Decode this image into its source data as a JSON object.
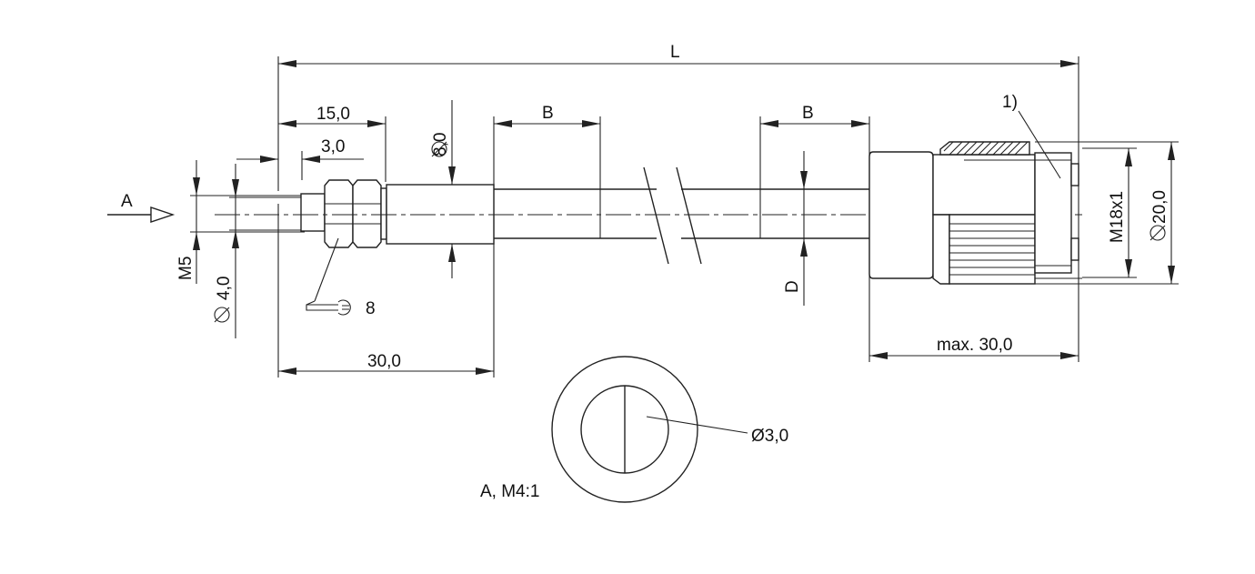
{
  "drawing": {
    "overall_length": "L",
    "dim_15": "15,0",
    "dim_3": "3,0",
    "dim_d8": "8,0",
    "dim_b_left": "B",
    "dim_b_right": "B",
    "note_ref": "1)",
    "dim_m18": "M18x1",
    "dim_d20": "20,0",
    "view_marker": "A",
    "dim_m5": "M5",
    "dim_d4": "4,0",
    "wrench_size": "8",
    "dim_d": "D",
    "dim_30": "30,0",
    "dim_max30": "max. 30,0",
    "detail_diameter": "Ø3,0",
    "detail_label": "A, M4:1"
  }
}
